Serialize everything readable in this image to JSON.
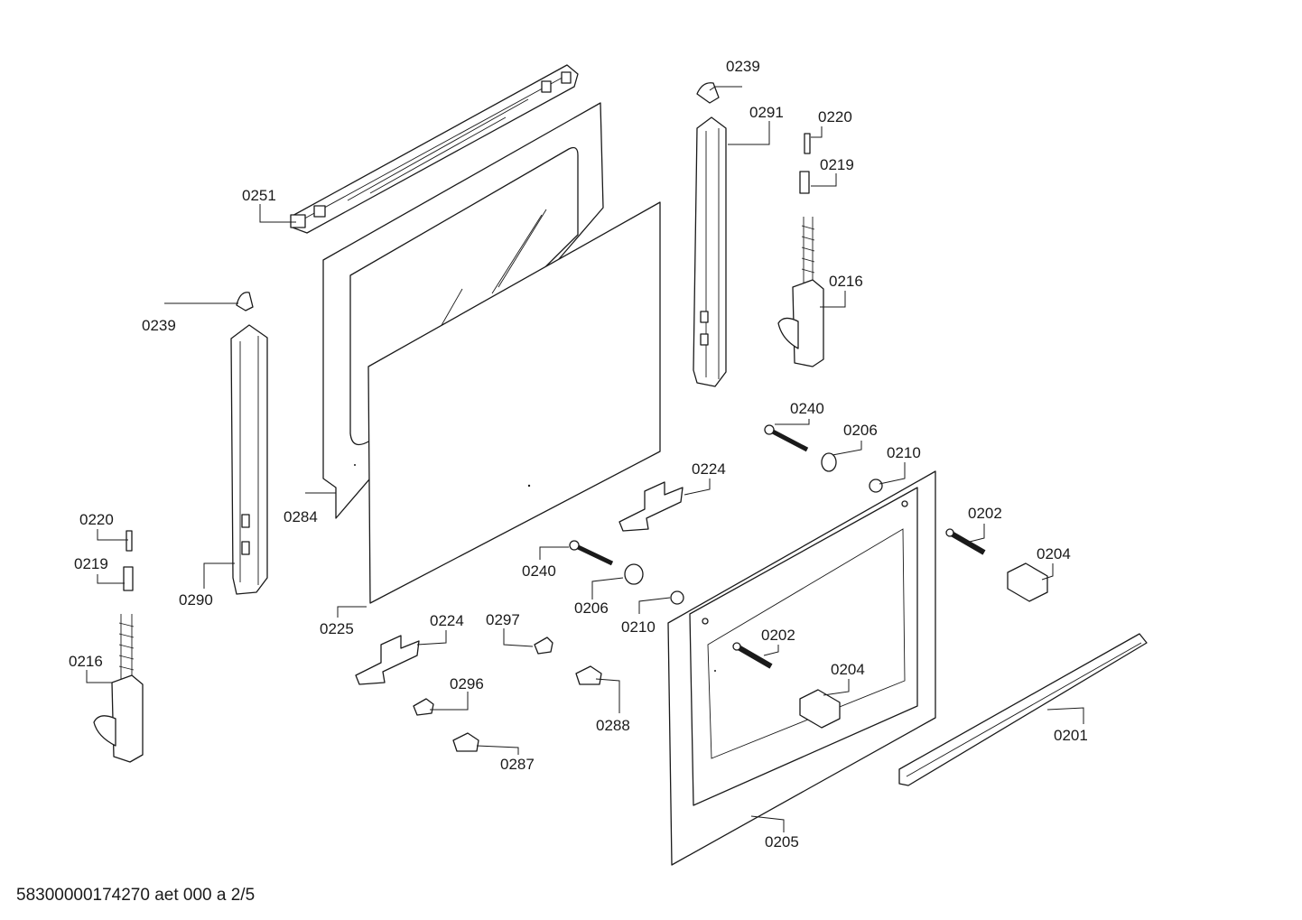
{
  "labels": {
    "p0239_top": "0239",
    "p0291": "0291",
    "p0220_right": "0220",
    "p0219_right": "0219",
    "p0216_right": "0216",
    "p0251": "0251",
    "p0239_left": "0239",
    "p0240_top": "0240",
    "p0206_top": "0206",
    "p0210_top": "0210",
    "p0224_right": "0224",
    "p0284": "0284",
    "p0220_left": "0220",
    "p0219_left": "0219",
    "p0290": "0290",
    "p0202_right": "0202",
    "p0204_right": "0204",
    "p0240_mid": "0240",
    "p0206_mid": "0206",
    "p0210_mid": "0210",
    "p0225": "0225",
    "p0224_left": "0224",
    "p0297": "0297",
    "p0202_inner": "0202",
    "p0216_left": "0216",
    "p0296": "0296",
    "p0204_inner": "0204",
    "p0288": "0288",
    "p0201": "0201",
    "p0287": "0287",
    "p0205": "0205"
  },
  "footer": {
    "code": "58300000174270 aet 000 a 2/5"
  }
}
